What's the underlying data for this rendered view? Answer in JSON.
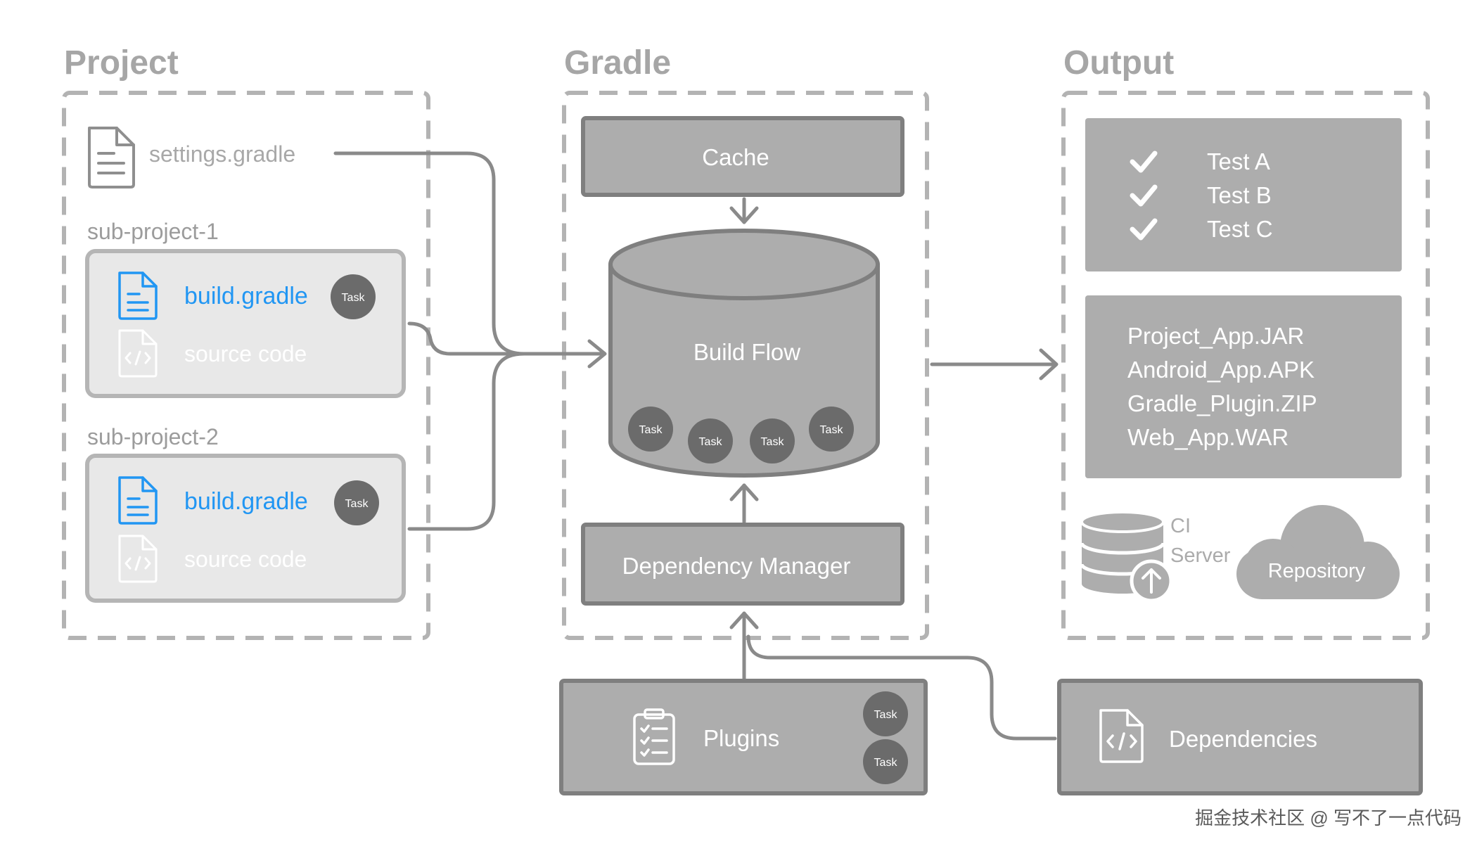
{
  "sections": {
    "project": "Project",
    "gradle": "Gradle",
    "output": "Output"
  },
  "project": {
    "settings_file": "settings.gradle",
    "subprojects": [
      {
        "name": "sub-project-1",
        "build_file": "build.gradle",
        "source_label": "source code",
        "task_badge": "Task"
      },
      {
        "name": "sub-project-2",
        "build_file": "build.gradle",
        "source_label": "source code",
        "task_badge": "Task"
      }
    ]
  },
  "gradle": {
    "cache": "Cache",
    "build_flow": "Build Flow",
    "build_flow_tasks": [
      "Task",
      "Task",
      "Task",
      "Task"
    ],
    "dependency_manager": "Dependency Manager",
    "plugins": "Plugins",
    "plugin_tasks": [
      "Task",
      "Task"
    ]
  },
  "output": {
    "tests": [
      "Test A",
      "Test B",
      "Test C"
    ],
    "artifacts": [
      "Project_App.JAR",
      "Android_App.APK",
      "Gradle_Plugin.ZIP",
      "Web_App.WAR"
    ],
    "ci_label_line1": "CI",
    "ci_label_line2": "Server",
    "repository": "Repository"
  },
  "dependencies": "Dependencies",
  "watermark": "掘金技术社区 @ 写不了一点代码",
  "icons": {
    "settings_file": "document-icon",
    "build_file": "document-icon",
    "source_file": "code-file-icon",
    "test_status": "checkmark-icon",
    "ci_server": "database-upload-icon",
    "repository": "cloud-icon",
    "plugins": "clipboard-checklist-icon",
    "dependencies": "code-file-icon"
  },
  "colors": {
    "box_fill": "#adadad",
    "box_border": "#7f7f7f",
    "dashed_border": "#b3b3b3",
    "subproject_fill": "#e8e8e8",
    "connector": "#8a8a8a",
    "task_badge": "#6b6b6b",
    "build_gradle_blue": "#2196f3"
  }
}
